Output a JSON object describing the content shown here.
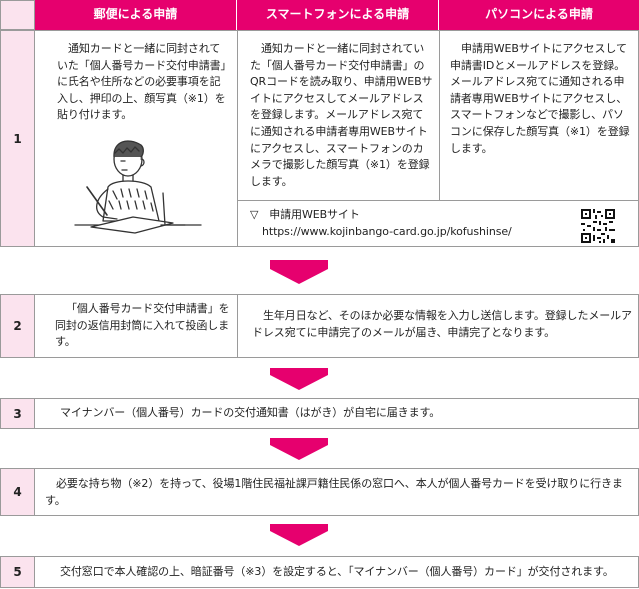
{
  "colors": {
    "accent": "#e6006e",
    "row_label_bg": "#fbe3ee"
  },
  "header": {
    "col1": "郵便による申請",
    "col2": "スマートフォンによる申請",
    "col3": "パソコンによる申請"
  },
  "step1": {
    "num": "1",
    "mail": "通知カードと一緒に同封されていた「個人番号カード交付申請書」に氏名や住所などの必要事項を記入し、押印の上、顔写真（※1）を貼り付けます。",
    "smartphone": "通知カードと一緒に同封されていた「個人番号カード交付申請書」のQRコードを読み取り、申請用WEBサイトにアクセスしてメールアドレスを登録します。メールアドレス宛てに通知される申請者専用WEBサイトにアクセスし、スマートフォンのカメラで撮影した顔写真（※1）を登録します。",
    "pc": "申請用WEBサイトにアクセスして申請書IDとメールアドレスを登録。メールアドレス宛てに通知される申請者専用WEBサイトにアクセスし、スマートフォンなどで撮影し、パソコンに保存した顔写真（※1）を登録します。",
    "web_label": "▽　申請用WEBサイト",
    "web_url": "https://www.kojinbango-card.go.jp/kofushinse/",
    "illustration_icon": "person-writing-illustration",
    "qr_icon": "qr-code-icon"
  },
  "step2": {
    "num": "2",
    "mail": "「個人番号カード交付申請書」を同封の返信用封筒に入れて投函します。",
    "online": "生年月日など、そのほか必要な情報を入力し送信します。登録したメールアドレス宛てに申請完了のメールが届き、申請完了となります。"
  },
  "step3": {
    "num": "3",
    "text": "マイナンバー（個人番号）カードの交付通知書（はがき）が自宅に届きます。"
  },
  "step4": {
    "num": "4",
    "text": "必要な持ち物（※2）を持って、役場1階住民福祉課戸籍住民係の窓口へ、本人が個人番号カードを受け取りに行きます。"
  },
  "step5": {
    "num": "5",
    "text": "交付窓口で本人確認の上、暗証番号（※3）を設定すると、「マイナンバー（個人番号）カード」が交付されます。"
  }
}
